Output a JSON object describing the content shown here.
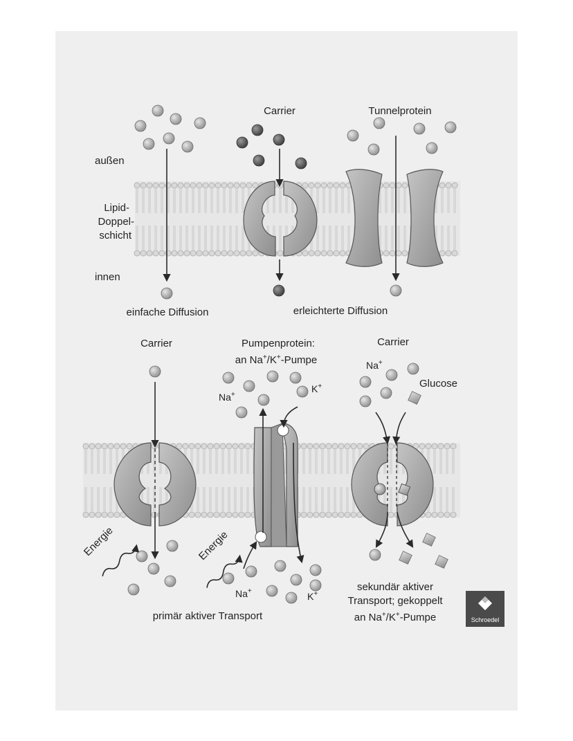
{
  "labels": {
    "outside": "außen",
    "bilayer_1": "Lipid-",
    "bilayer_2": "Doppel-",
    "bilayer_3": "schicht",
    "inside": "innen",
    "carrier_top": "Carrier",
    "tunnel": "Tunnelprotein",
    "simple_diffusion": "einfache Diffusion",
    "facilitated_diffusion": "erleichterte Diffusion",
    "carrier_bottom_left": "Carrier",
    "pump_1": "Pumpenprotein:",
    "pump_2_pre": "an Na",
    "pump_2_sup1": "+",
    "pump_2_mid": "/K",
    "pump_2_sup2": "+",
    "pump_2_post": "-Pumpe",
    "carrier_bottom_right": "Carrier",
    "glucose": "Glucose",
    "energy": "Energie",
    "primary_transport": "primär aktiver Transport",
    "secondary_1": "sekundär aktiver",
    "secondary_2": "Transport; gekoppelt",
    "secondary_3_pre": "an Na",
    "secondary_3_sup1": "+",
    "secondary_3_mid": "/K",
    "secondary_3_sup2": "+",
    "secondary_3_post": "-Pumpe"
  },
  "ions": {
    "na": "Na",
    "k": "K",
    "plus": "+"
  },
  "logo": {
    "text": "Schroedel",
    "icon": "diamond-logo-icon"
  },
  "colors": {
    "paper": "#efefef",
    "protein": "#a9a9a9",
    "particle_light": "#b4b4b4",
    "particle_dark": "#5f5f5f",
    "arrow": "#2a2a2a"
  }
}
